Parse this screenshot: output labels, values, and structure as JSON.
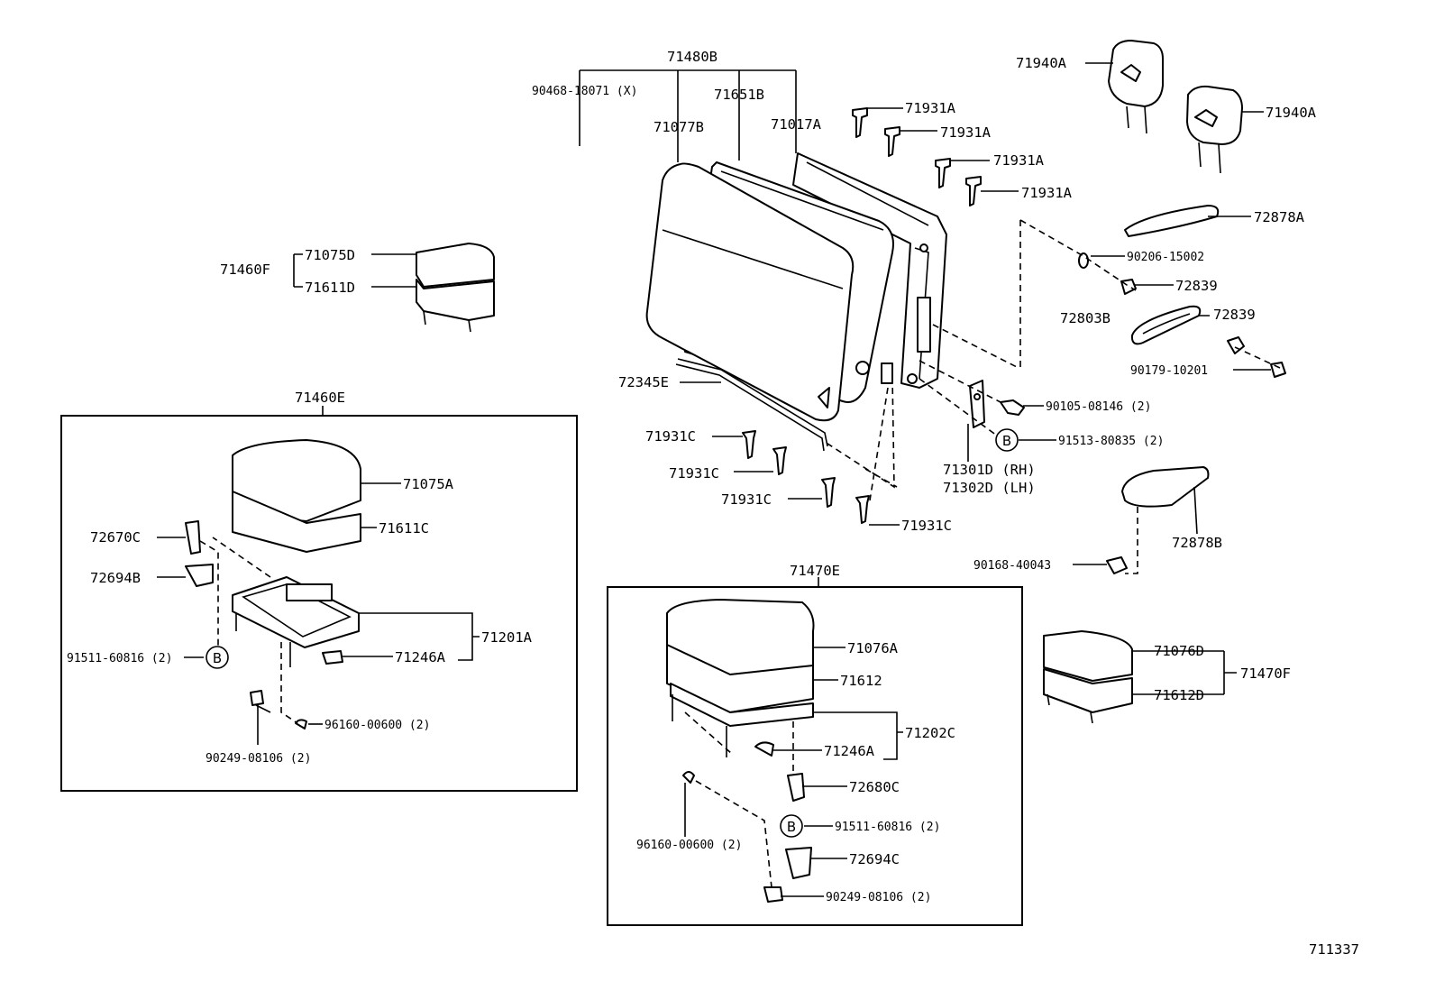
{
  "diagram_id": "711337",
  "marker_letter": "B",
  "parts": {
    "p71480B": "71480B",
    "p90468_18071": "90468-18071 (X)",
    "p71651B": "71651B",
    "p71077B": "71077B",
    "p71017A": "71017A",
    "p71931A_1": "71931A",
    "p71931A_2": "71931A",
    "p71931A_3": "71931A",
    "p71931A_4": "71931A",
    "p71940A_1": "71940A",
    "p71940A_2": "71940A",
    "p72878A": "72878A",
    "p90206_15002": "90206-15002",
    "p72839_1": "72839",
    "p72839_2": "72839",
    "p72803B": "72803B",
    "p90179_10201": "90179-10201",
    "p90105_08146": "90105-08146 (2)",
    "p91513_80835": "91513-80835 (2)",
    "p71301D": "71301D (RH)",
    "p71302D": "71302D (LH)",
    "p72345E": "72345E",
    "p71931C_1": "71931C",
    "p71931C_2": "71931C",
    "p71931C_3": "71931C",
    "p71931C_4": "71931C",
    "p71460F": "71460F",
    "p71075D": "71075D",
    "p71611D": "71611D",
    "p71460E": "71460E",
    "p71075A": "71075A",
    "p71611C": "71611C",
    "p72670C": "72670C",
    "p72694B": "72694B",
    "p71201A": "71201A",
    "p91511_60816_L": "91511-60816 (2)",
    "p71246A_L": "71246A",
    "p96160_00600_L": "96160-00600 (2)",
    "p90249_08106_L": "90249-08106 (2)",
    "p72878B": "72878B",
    "p90168_40043": "90168-40043",
    "p71470E": "71470E",
    "p71076A": "71076A",
    "p71612": "71612",
    "p71202C": "71202C",
    "p71246A_M": "71246A",
    "p72680C": "72680C",
    "p91511_60816_M": "91511-60816 (2)",
    "p96160_00600_M": "96160-00600 (2)",
    "p72694C": "72694C",
    "p90249_08106_M": "90249-08106 (2)",
    "p71076D": "71076D",
    "p71612D": "71612D",
    "p71470F": "71470F"
  }
}
